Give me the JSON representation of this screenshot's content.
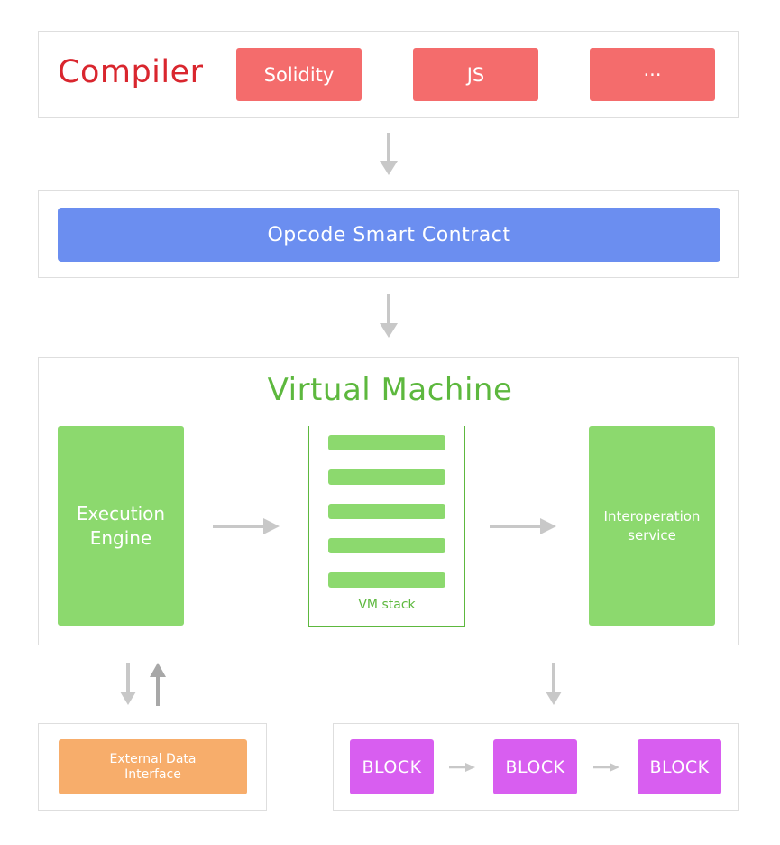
{
  "compiler": {
    "title": "Compiler",
    "languages": [
      "Solidity",
      "JS",
      "···"
    ]
  },
  "opcode": {
    "label": "Opcode Smart Contract"
  },
  "virtual_machine": {
    "title": "Virtual Machine",
    "execution_engine": "Execution Engine",
    "vm_stack_label": "VM stack",
    "interoperation_service": "Interoperation service"
  },
  "external_data": {
    "label": "External Data Interface"
  },
  "blockchain": {
    "blocks": [
      "BLOCK",
      "BLOCK",
      "BLOCK"
    ]
  },
  "colors": {
    "compiler_title": "#d9262e",
    "compiler_chip": "#f46c6c",
    "opcode_bar": "#6b8ef0",
    "vm_title": "#5db83e",
    "vm_component": "#8cd96e",
    "external_data": "#f7ad6b",
    "block": "#d85ef0",
    "arrow": "#c8c8c8",
    "arrow_dark": "#a8a8a8",
    "panel_border": "#dedede"
  }
}
